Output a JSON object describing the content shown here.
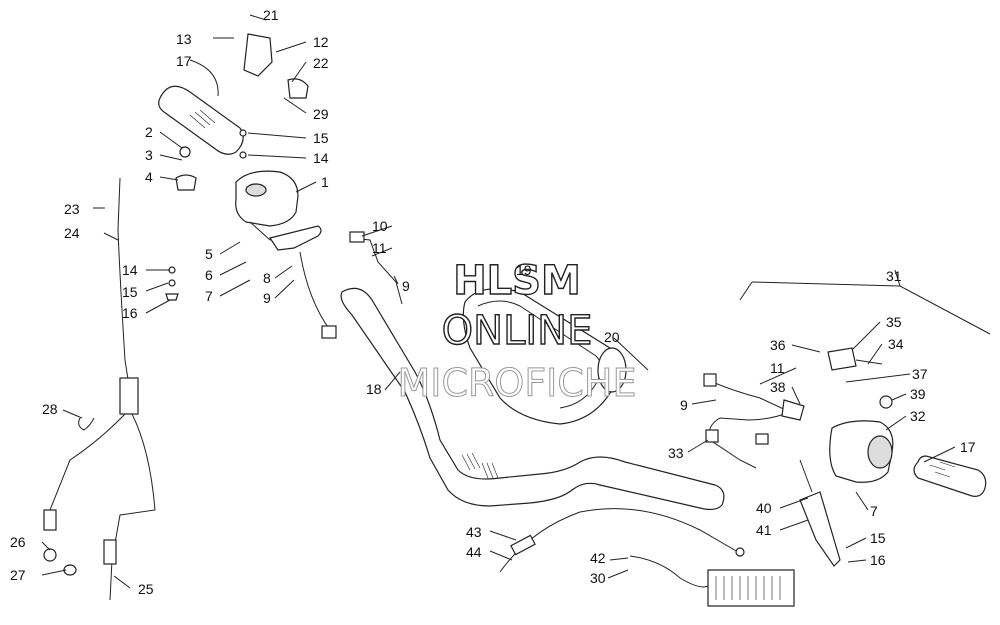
{
  "callouts": [
    "1",
    "2",
    "3",
    "4",
    "5",
    "6",
    "7",
    "8",
    "9",
    "10",
    "11",
    "12",
    "13",
    "14",
    "15",
    "16",
    "17",
    "18",
    "19",
    "20",
    "21",
    "22",
    "23",
    "24",
    "25",
    "26",
    "27",
    "28",
    "29",
    "30",
    "31",
    "32",
    "33",
    "34",
    "35",
    "36",
    "37",
    "38",
    "39",
    "40",
    "41",
    "42",
    "43",
    "44"
  ],
  "watermark": {
    "line1": "HLSM",
    "line2": "ONLINE",
    "line3": "MICROFICHE"
  }
}
